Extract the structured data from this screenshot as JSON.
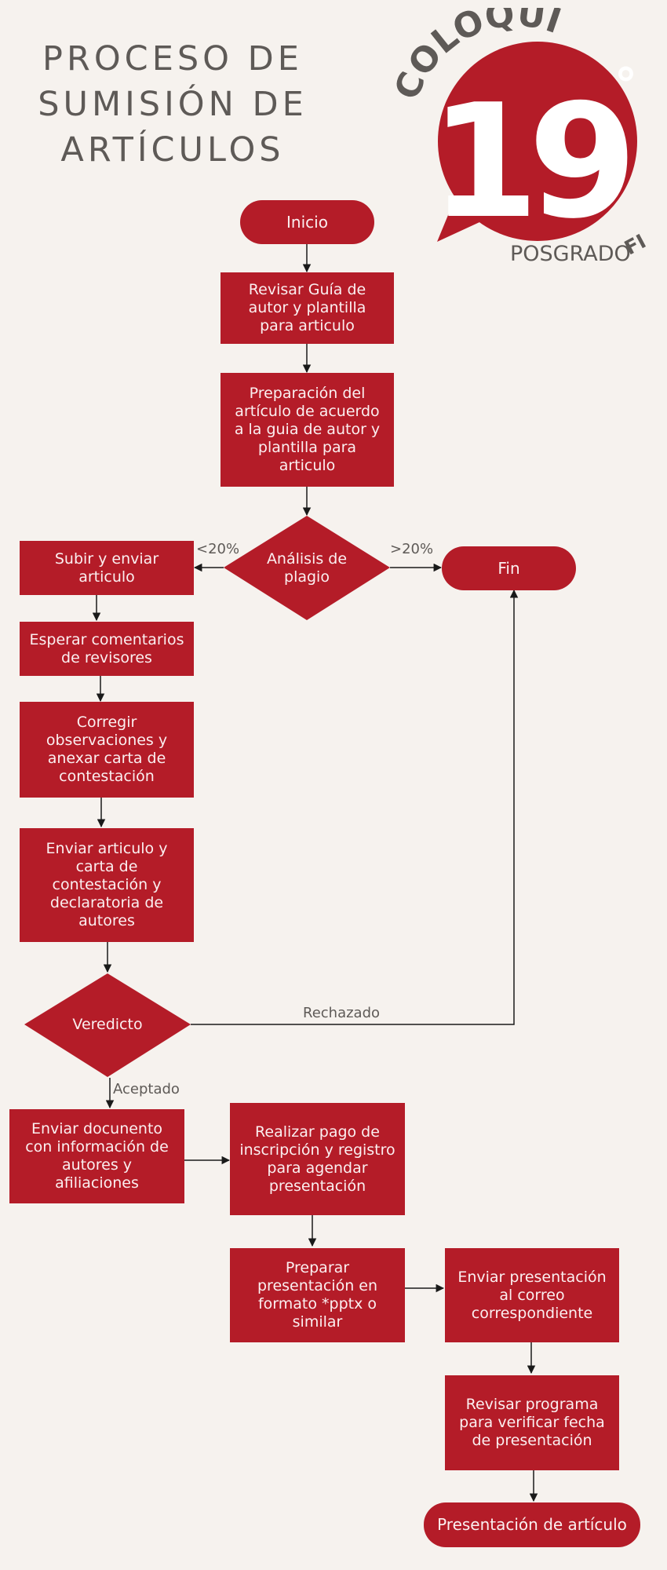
{
  "title": {
    "line1": "PROCESO DE",
    "line2": "SUMISIÓN DE",
    "line3": "ARTÍCULOS"
  },
  "logo": {
    "word": "COLOQUIO",
    "number": "19",
    "degree": "°",
    "sub": "POSGRADO",
    "mark": "FI",
    "colors": {
      "red": "#b41c28",
      "gray": "#5e5a57"
    }
  },
  "nodes": {
    "inicio": "Inicio",
    "revisar_guia": "Revisar Guía de autor y plantilla para articulo",
    "preparacion": "Preparación del artículo de acuerdo a la guia de autor y plantilla para articulo",
    "analisis": "Análisis de plagio",
    "fin": "Fin",
    "subir": "Subir y enviar articulo",
    "esperar": "Esperar comentarios de revisores",
    "corregir": "Corregir observaciones y anexar carta de contestación",
    "enviar_articulo": "Enviar articulo y carta de contestación y declaratoria de autores",
    "veredicto": "Veredicto",
    "enviar_documento": "Enviar docunento con información de autores y afiliaciones",
    "pago": "Realizar pago de inscripción y registro para agendar presentación",
    "preparar_presentacion": "Preparar presentación en formato *pptx o similar",
    "enviar_presentacion": "Enviar presentación al correo correspondiente",
    "revisar_programa": "Revisar programa para verificar fecha de presentación",
    "presentacion": "Presentación de artículo"
  },
  "edge_labels": {
    "lt20": "<20%",
    "gt20": ">20%",
    "rechazado": "Rechazado",
    "aceptado": "Aceptado"
  },
  "colors": {
    "node": "#b41c28",
    "text_on_node": "#fbeff0",
    "label": "#5e5a57",
    "background": "#f6f2ee"
  }
}
